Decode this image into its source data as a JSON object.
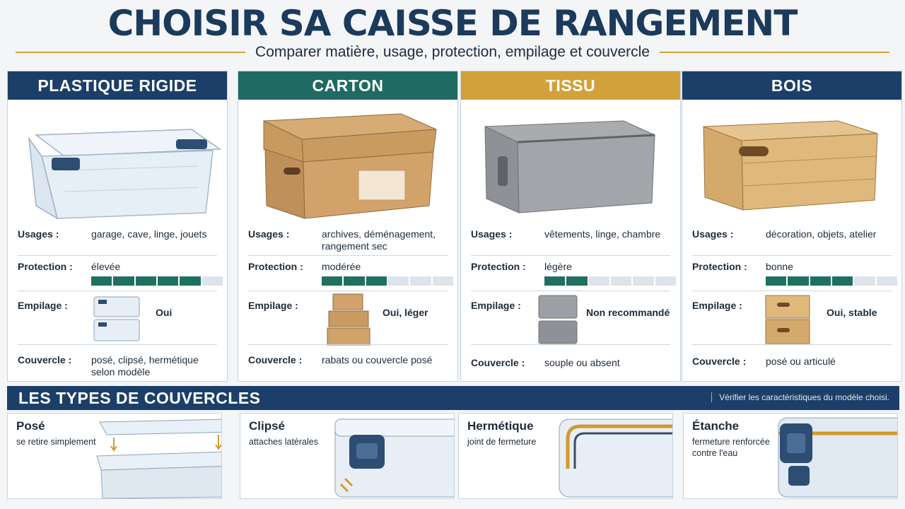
{
  "header": {
    "title": "CHOISIR SA CAISSE DE RANGEMENT",
    "subtitle": "Comparer matière, usage, protection, empilage et couvercle"
  },
  "labels": {
    "usages": "Usages :",
    "protection": "Protection :",
    "empilage": "Empilage :",
    "couvercle": "Couvercle :"
  },
  "materials": [
    {
      "name": "PLASTIQUE RIGIDE",
      "color": "#1b3f68",
      "usages": "garage, cave, linge, jouets",
      "protection": "élevée",
      "protection_level": 0.8,
      "empilage": "Oui",
      "couvercle": "posé, clipsé, hermétique selon modèle"
    },
    {
      "name": "CARTON",
      "color": "#1f6a62",
      "usages": "archives, déménagement, rangement sec",
      "protection": "modérée",
      "protection_level": 0.5,
      "empilage": "Oui, léger",
      "couvercle": "rabats ou couvercle posé"
    },
    {
      "name": "TISSU",
      "color": "#d3a13a",
      "usages": "vêtements, linge, chambre",
      "protection": "légère",
      "protection_level": 0.3,
      "empilage": "Non recommandé",
      "couvercle": "souple ou absent"
    },
    {
      "name": "BOIS",
      "color": "#1b3f68",
      "usages": "décoration, objets, atelier",
      "protection": "bonne",
      "protection_level": 0.7,
      "empilage": "Oui, stable",
      "couvercle": "posé ou articulé"
    }
  ],
  "lids_section": {
    "title": "LES TYPES DE  COUVERCLES",
    "note": "Vérifier les caractéristiques du modèle choisi.",
    "items": [
      {
        "name": "Posé",
        "desc": "se retire simplement"
      },
      {
        "name": "Clipsé",
        "desc": "attaches latérales"
      },
      {
        "name": "Hermétique",
        "desc": "joint de fermeture"
      },
      {
        "name": "Étanche",
        "desc": "fermeture renforcée contre l'eau"
      }
    ]
  },
  "colors": {
    "navy": "#1b3f68",
    "teal": "#1f6a62",
    "gold": "#d3a13a",
    "bar_on": "#20705f",
    "bar_off": "#dde3ea"
  }
}
